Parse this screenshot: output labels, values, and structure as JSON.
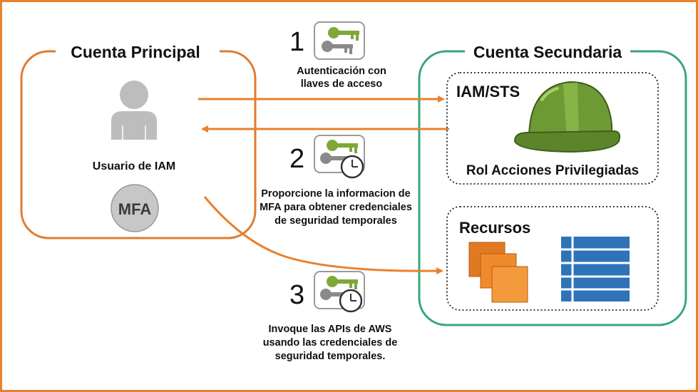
{
  "colors": {
    "frame": "#e8812f",
    "principal_border": "#e07b2e",
    "secondary_border": "#3aa57a",
    "arrow": "#e8812f",
    "key_green": "#7fa838",
    "key_gray": "#8a8a8a",
    "helmet": "#6e9a35",
    "resource_orange": "#f08a2c",
    "table_blue": "#2e73b8",
    "user_gray": "#bdbdbd"
  },
  "principal": {
    "title": "Cuenta Principal",
    "user_label": "Usuario de IAM",
    "mfa_label": "MFA",
    "user_icon": "user-icon"
  },
  "secondary": {
    "title": "Cuenta Secundaria",
    "iam_title": "IAM/STS",
    "role_label": "Rol Acciones Privilegiadas",
    "resources_title": "Recursos",
    "helmet_icon": "hard-hat-icon",
    "instances_icon": "instances-icon",
    "table_icon": "table-icon"
  },
  "steps": [
    {
      "number": "1",
      "lines": [
        "Autenticación con",
        "llaves de acceso"
      ],
      "icon": "key-icon"
    },
    {
      "number": "2",
      "lines": [
        "Proporcione la informacion de",
        "MFA para obtener credenciales",
        "de seguridad temporales"
      ],
      "icon": "key-clock-icon"
    },
    {
      "number": "3",
      "lines": [
        "Invoque las APIs de AWS",
        "usando las credenciales de",
        "seguridad temporales."
      ],
      "icon": "key-clock-icon"
    }
  ]
}
